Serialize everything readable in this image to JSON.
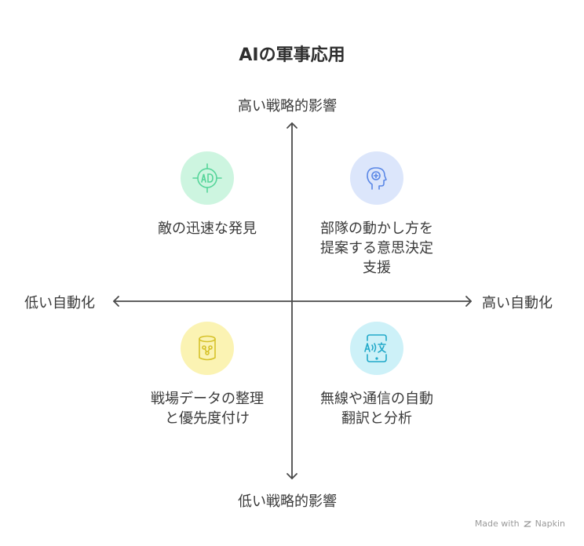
{
  "title": "AIの軍事応用",
  "axes": {
    "top": "高い戦略的影響",
    "bottom": "低い戦略的影響",
    "left": "低い自動化",
    "right": "高い自動化"
  },
  "quadrants": {
    "top_left": {
      "icon": "target-ad-icon",
      "color": "#56d59a",
      "bg": "#cdf5e0",
      "lines": [
        "敵の迅速な発見"
      ]
    },
    "top_right": {
      "icon": "head-plus-icon",
      "color": "#5a87e6",
      "bg": "#dce6fb",
      "lines": [
        "部隊の動かし方を",
        "提案する意思決定",
        "支援"
      ]
    },
    "bottom_left": {
      "icon": "database-graph-icon",
      "color": "#d6c22a",
      "bg": "#fbf3b3",
      "lines": [
        "戦場データの整理",
        "と優先度付け"
      ]
    },
    "bottom_right": {
      "icon": "phone-translate-icon",
      "color": "#22a9c9",
      "bg": "#cdf1f8",
      "lines": [
        "無線や通信の自動",
        "翻訳と分析"
      ]
    }
  },
  "footer": {
    "made_with": "Made with",
    "brand": "Napkin"
  }
}
